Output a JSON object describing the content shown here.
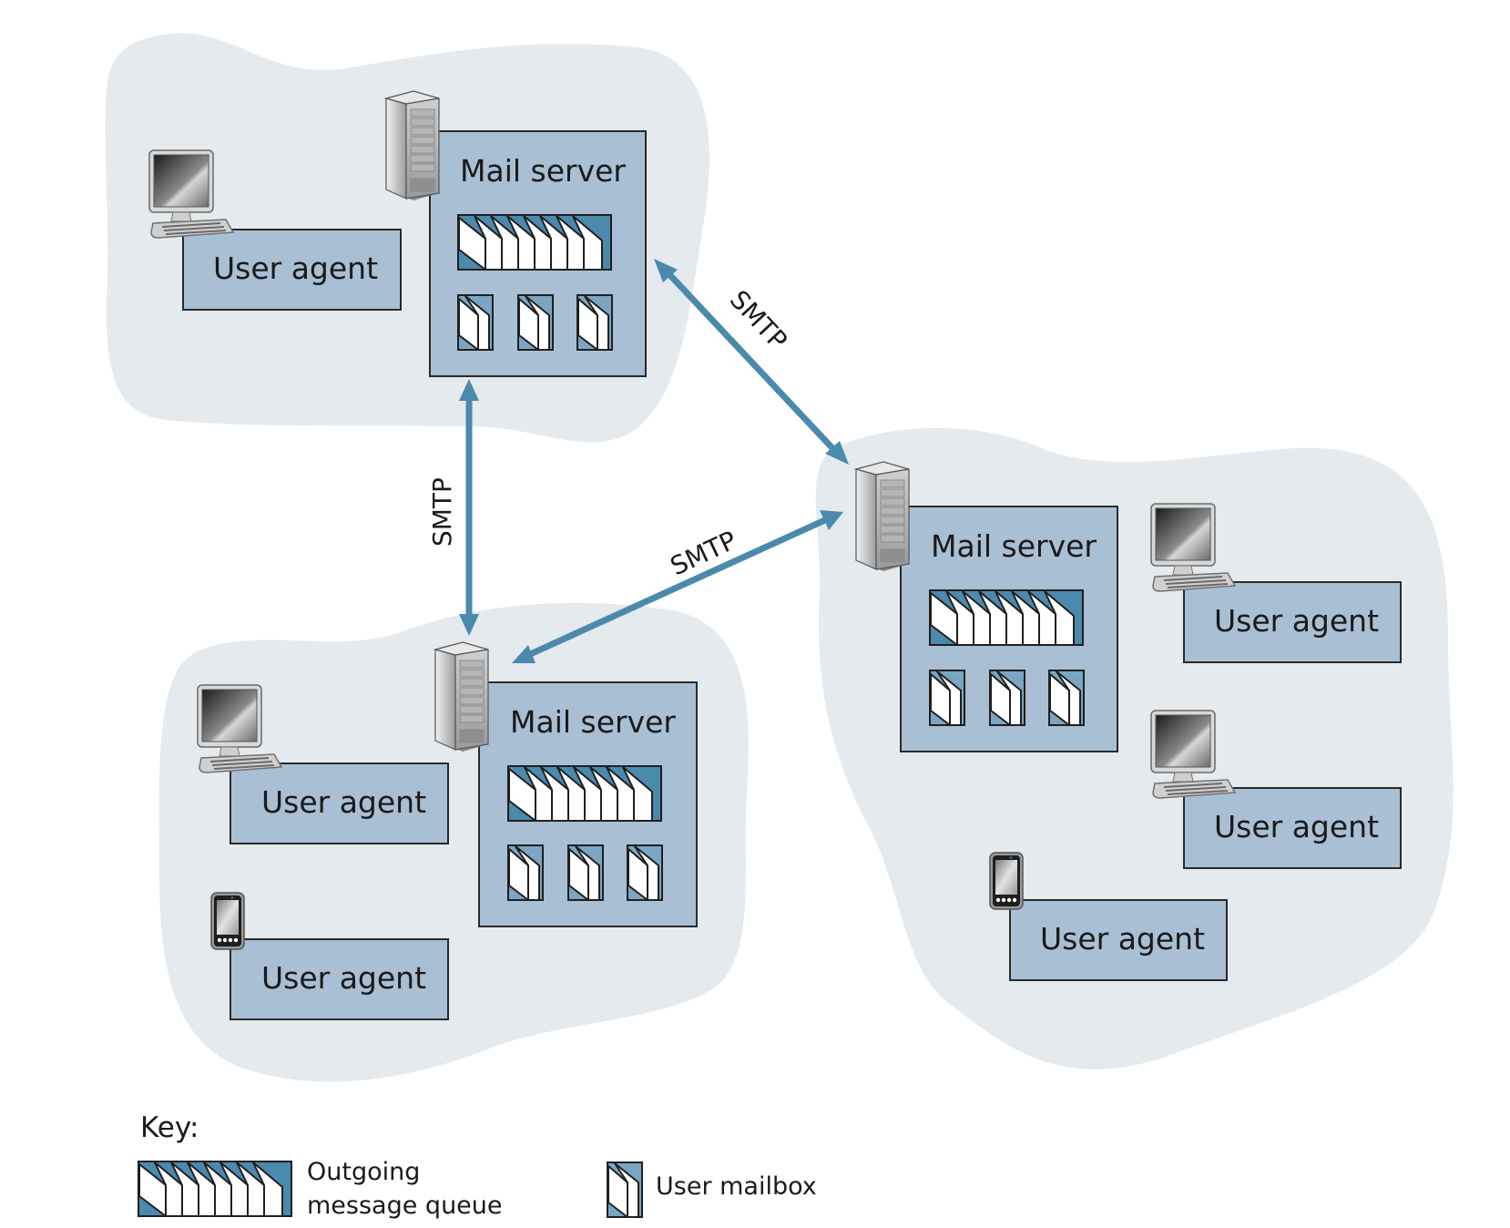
{
  "title": "Mail system: user agents, mail servers and SMTP",
  "colors": {
    "cloud": "#e4eaed",
    "box": "#a9bfd3",
    "queue": "#4b89ad",
    "mailbox": "#7aa6c4",
    "arrow": "#4b89ad",
    "text": "#1a1a1a"
  },
  "networks": [
    {
      "id": "top-left",
      "mail_server": {
        "label": "Mail server",
        "queue_messages": 8,
        "mailboxes": 3
      },
      "user_agents": [
        {
          "label": "User agent",
          "device": "desktop-computer"
        }
      ]
    },
    {
      "id": "right",
      "mail_server": {
        "label": "Mail server",
        "queue_messages": 8,
        "mailboxes": 3
      },
      "user_agents": [
        {
          "label": "User agent",
          "device": "desktop-computer"
        },
        {
          "label": "User agent",
          "device": "desktop-computer"
        },
        {
          "label": "User agent",
          "device": "smartphone"
        }
      ]
    },
    {
      "id": "bottom-left",
      "mail_server": {
        "label": "Mail server",
        "queue_messages": 8,
        "mailboxes": 3
      },
      "user_agents": [
        {
          "label": "User agent",
          "device": "desktop-computer"
        },
        {
          "label": "User agent",
          "device": "smartphone"
        }
      ]
    }
  ],
  "links": [
    {
      "from": "top-left",
      "to": "right",
      "label": "SMTP",
      "bidirectional": true
    },
    {
      "from": "top-left",
      "to": "bottom-left",
      "label": "SMTP",
      "bidirectional": true
    },
    {
      "from": "bottom-left",
      "to": "right",
      "label": "SMTP",
      "bidirectional": true
    }
  ],
  "key": {
    "title": "Key:",
    "items": [
      {
        "icon": "outgoing-message-queue",
        "label_line1": "Outgoing",
        "label_line2": "message queue"
      },
      {
        "icon": "user-mailbox",
        "label_line1": "User mailbox"
      }
    ]
  }
}
